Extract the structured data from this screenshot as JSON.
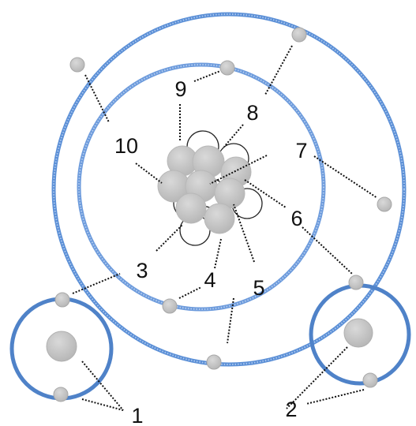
{
  "labels": {
    "l1": "1",
    "l2": "2",
    "l3": "3",
    "l4": "4",
    "l5": "5",
    "l6": "6",
    "l7": "7",
    "l8": "8",
    "l9": "9",
    "l10": "10"
  },
  "colors": {
    "orbit_blue": "#5b8fd6",
    "orbit_blue_light": "#7aa6e3",
    "small_orbit": "#4f82c8",
    "particle_gray": "#c4c4c4",
    "particle_stroke": "#a8a8a8",
    "hollow_particle_fill": "#ffffff",
    "hollow_particle_stroke": "#222222",
    "leader_line": "#111111"
  }
}
